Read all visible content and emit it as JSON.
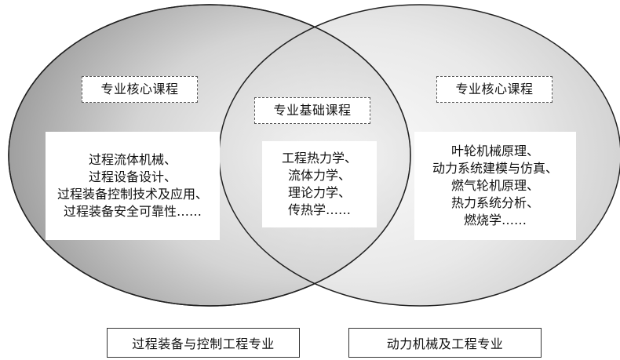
{
  "left": {
    "core_label": "专业核心课程",
    "courses": [
      "过程流体机械、",
      "过程设备设计、",
      "过程装备控制技术及应用、",
      "过程装备安全可靠性……"
    ],
    "major": "过程装备与控制工程专业"
  },
  "center": {
    "base_label": "专业基础课程",
    "courses": [
      "工程热力学、",
      "流体力学、",
      "理论力学、",
      "传热学……"
    ]
  },
  "right": {
    "core_label": "专业核心课程",
    "courses": [
      "叶轮机械原理、",
      "动力系统建模与仿真、",
      "燃气轮机原理、",
      "热力系统分析、",
      "燃烧学……"
    ],
    "major": "动力机械及工程专业"
  }
}
